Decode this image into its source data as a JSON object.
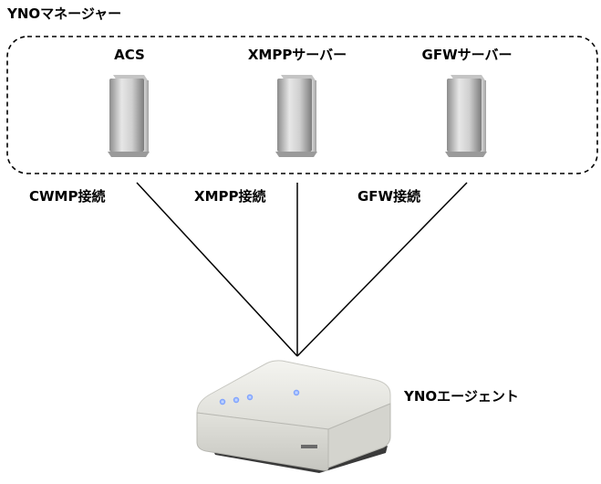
{
  "manager": {
    "title": "YNOマネージャー",
    "servers": [
      {
        "label": "ACS"
      },
      {
        "label": "XMPPサーバー"
      },
      {
        "label": "GFWサーバー"
      }
    ]
  },
  "connections": [
    {
      "label": "CWMP接続"
    },
    {
      "label": "XMPP接続"
    },
    {
      "label": "GFW接続"
    }
  ],
  "agent": {
    "label": "YNOエージェント"
  },
  "colors": {
    "line": "#000000",
    "boundary": "#000000",
    "server_body": "#b8b8b8",
    "device_body": "#e4e4df",
    "led": "#8fb4ff"
  }
}
